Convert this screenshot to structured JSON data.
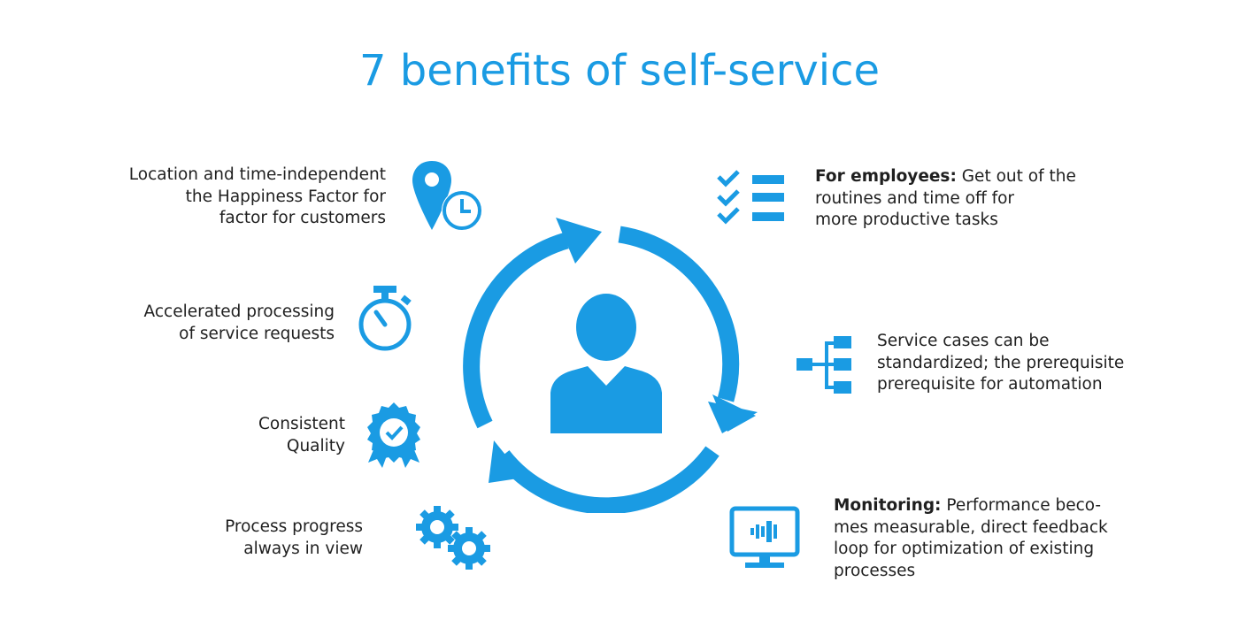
{
  "title": "7 benefits of self-service",
  "accent_color": "#1a9be3",
  "benefits": {
    "location": {
      "icon": "location-clock-icon",
      "lines": [
        "Location and time-independent",
        "the Happiness Factor for",
        "factor for customers"
      ]
    },
    "accelerated": {
      "icon": "stopwatch-icon",
      "lines": [
        "Accelerated processing",
        "of service requests"
      ]
    },
    "quality": {
      "icon": "quality-badge-icon",
      "lines": [
        "Consistent",
        "Quality"
      ]
    },
    "progress": {
      "icon": "gears-icon",
      "lines": [
        "Process progress",
        "always in view"
      ]
    },
    "employees": {
      "icon": "checklist-icon",
      "bold": "For employees:",
      "line1": " Get out of the",
      "lines": [
        "routines and time off for",
        "more productive tasks"
      ]
    },
    "standardized": {
      "icon": "hierarchy-icon",
      "lines": [
        "Service cases can be",
        "standardized; the prerequisite",
        "prerequisite for automation"
      ]
    },
    "monitoring": {
      "icon": "monitor-chart-icon",
      "bold": "Monitoring:",
      "line1": " Performance beco-",
      "lines": [
        "mes measurable, direct feedback",
        "loop for optimization of existing",
        "processes"
      ]
    }
  },
  "center": {
    "icon": "user-icon",
    "cycle": "cycle-arrows-icon"
  }
}
